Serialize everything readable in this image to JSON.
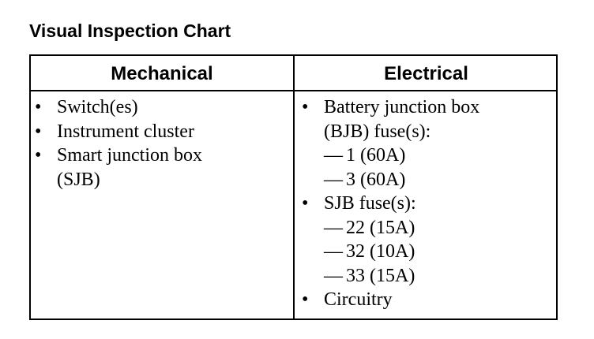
{
  "title": "Visual Inspection Chart",
  "table": {
    "headers": [
      "Mechanical",
      "Electrical"
    ],
    "mechanical": {
      "items": [
        {
          "text": "Switch(es)"
        },
        {
          "text": "Instrument cluster"
        },
        {
          "text": "Smart junction box",
          "cont": "(SJB)"
        }
      ]
    },
    "electrical": {
      "items": [
        {
          "text": "Battery junction box",
          "cont": "(BJB) fuse(s):",
          "subs": [
            "1 (60A)",
            "3 (60A)"
          ]
        },
        {
          "text": "SJB fuse(s):",
          "subs": [
            "22 (15A)",
            "32 (10A)",
            "33 (15A)"
          ]
        },
        {
          "text": "Circuitry"
        }
      ]
    },
    "bullet": "•",
    "dash": "—"
  }
}
